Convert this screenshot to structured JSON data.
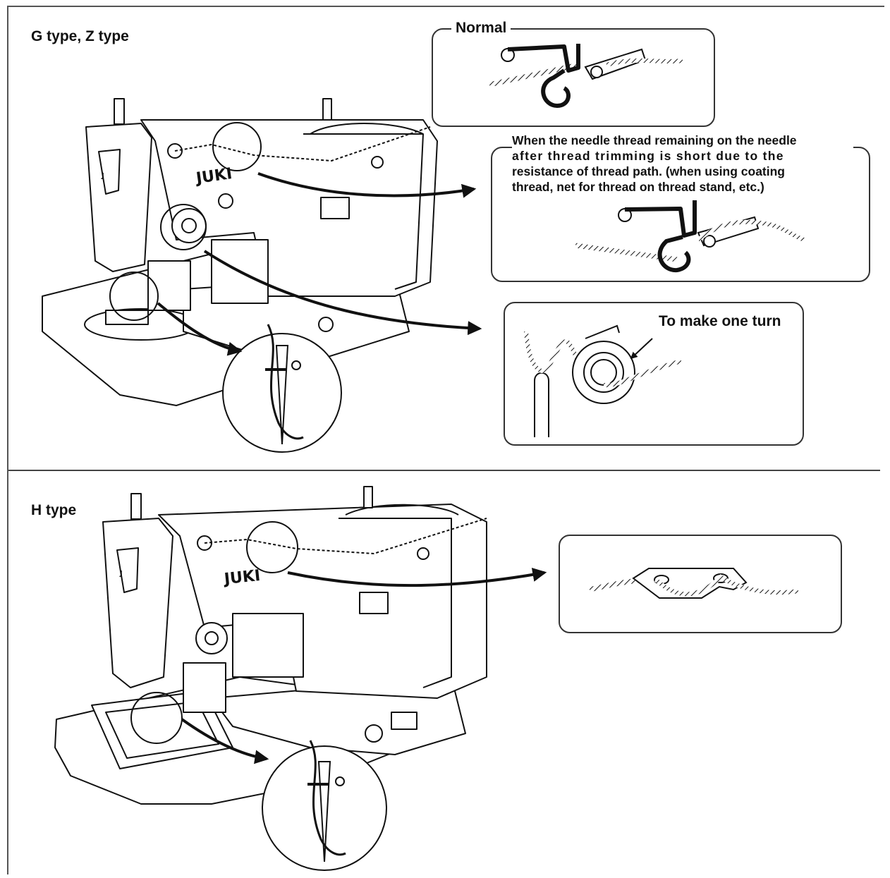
{
  "sections": {
    "top_title": "G type, Z type",
    "bottom_title": "H type"
  },
  "callouts": {
    "normal_label": "Normal",
    "short_thread_note": [
      "When the needle thread remaining on the needle",
      "after thread trimming is short due to the",
      "resistance of thread path. (when using coating",
      "thread, net for thread on thread stand, etc.)"
    ],
    "one_turn_label": "To make one turn"
  },
  "machine": {
    "brand": "JUKI"
  },
  "icons": [
    "sewing-machine-illustration",
    "thread-guide-detail",
    "tension-disc-detail",
    "needle-detail",
    "arrow"
  ]
}
